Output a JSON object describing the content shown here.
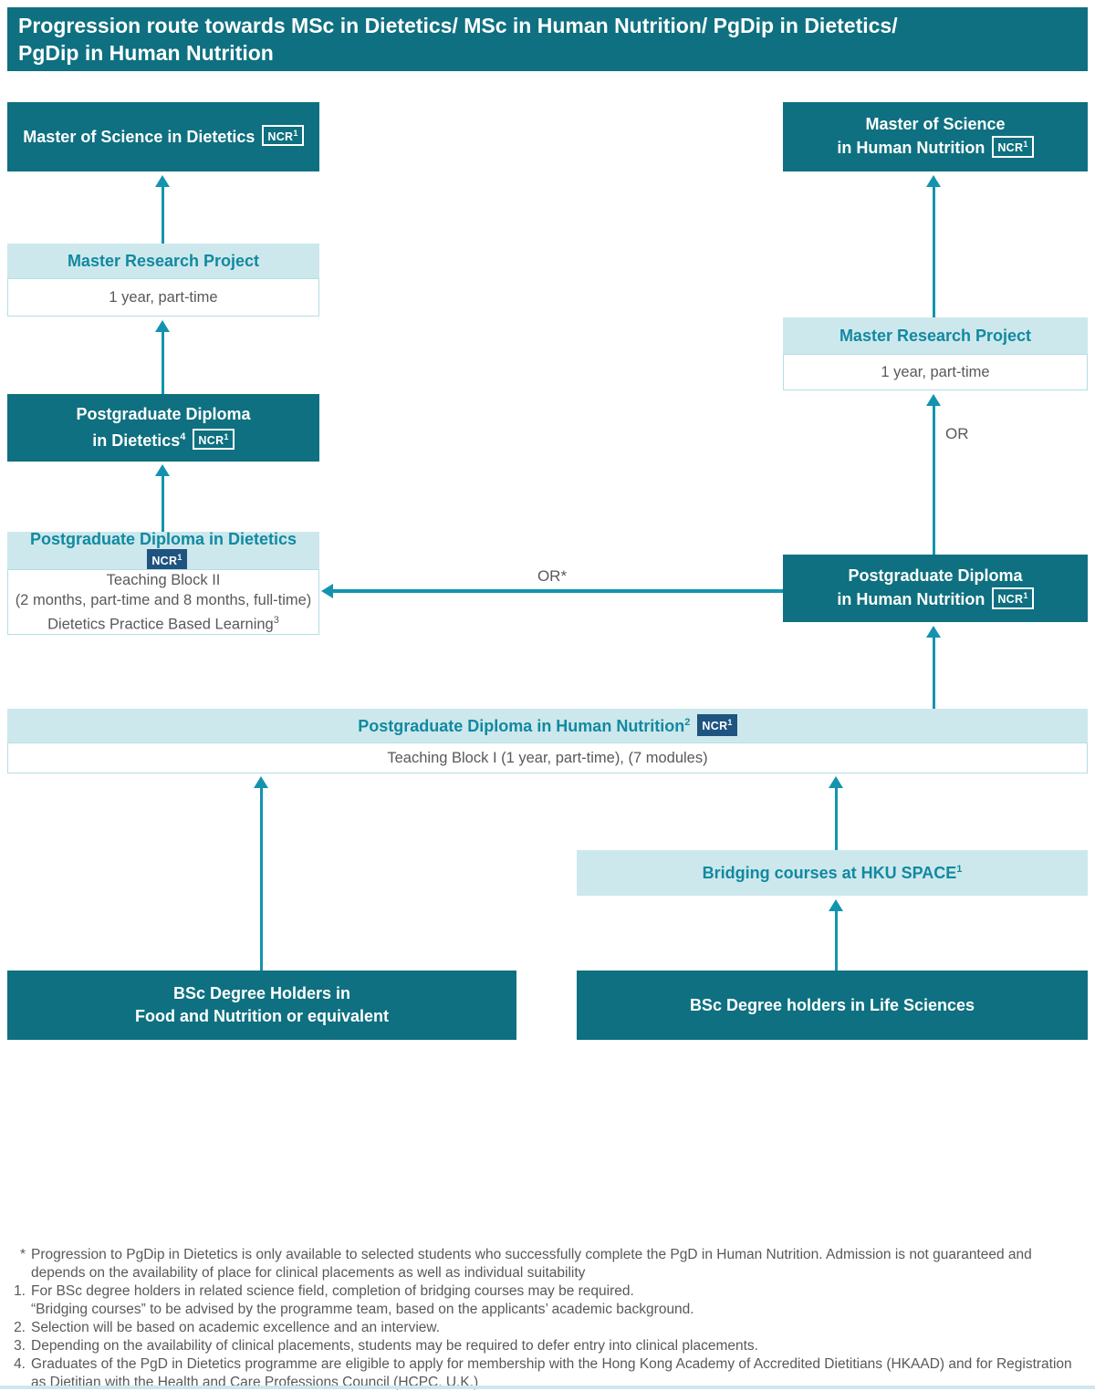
{
  "colors": {
    "dark_teal": "#0e7080",
    "light_teal": "#cde8ec",
    "arrow": "#1493ae",
    "teal_text": "#1189a1",
    "navy_badge": "#1f5480",
    "gray_text": "#58595b"
  },
  "title": {
    "line1": "Progression route towards MSc in Dietetics/ MSc in Human Nutrition/ PgDip in Dietetics/",
    "line2": "PgDip in Human Nutrition"
  },
  "badge": {
    "text": "NCR",
    "sup": "1"
  },
  "left": {
    "msc_dietetics": {
      "label": "Master of Science in Dietetics"
    },
    "mrp": {
      "title": "Master Research Project",
      "duration": "1 year, part-time"
    },
    "pgdip_dark": {
      "line1": "Postgraduate Diploma",
      "line2": "in Dietetics",
      "line2_sup": "4"
    },
    "pgdip_light": {
      "title": "Postgraduate Diploma in Dietetics",
      "sub1": "Teaching Block II",
      "sub2": "(2 months, part-time and 8 months, full-time)",
      "sub3": "Dietetics Practice Based Learning",
      "sub3_sup": "3"
    },
    "bsc_food": {
      "line1": "BSc Degree Holders in",
      "line2": "Food and Nutrition or equivalent"
    }
  },
  "right": {
    "msc_hn": {
      "line1": "Master of Science",
      "line2": "in Human Nutrition"
    },
    "mrp": {
      "title": "Master Research Project",
      "duration": "1 year, part-time"
    },
    "pgdip_hn": {
      "line1": "Postgraduate Diploma",
      "line2": "in Human Nutrition"
    },
    "bridging": {
      "label": "Bridging courses at HKU SPACE",
      "sup": "1"
    },
    "bsc_life": {
      "label": "BSc Degree holders in Life Sciences"
    }
  },
  "wide": {
    "title": "Postgraduate Diploma in Human Nutrition",
    "title_sup": "2",
    "sub": "Teaching Block I (1 year, part-time), (7 modules)"
  },
  "connectors": {
    "or": "OR",
    "or_star": "OR*"
  },
  "footnotes": [
    {
      "marker": "*",
      "line1": "Progression to PgDip in Dietetics is only available to selected students who successfully complete the PgD in Human Nutrition. Admission is not guaranteed and",
      "line2": "depends on the availability of place for clinical placements as well as individual suitability"
    },
    {
      "marker": "1.",
      "line1": "For BSc degree holders in related science field, completion of bridging courses may be required.",
      "line2": "“Bridging courses” to be advised by the programme team, based on the applicants’ academic background."
    },
    {
      "marker": "2.",
      "line1": "Selection will be based on academic excellence and an interview."
    },
    {
      "marker": "3.",
      "line1": "Depending on the availability of clinical placements, students may be required to defer entry into clinical placements."
    },
    {
      "marker": "4.",
      "line1": "Graduates of the PgD in Dietetics programme are eligible to apply for membership with the Hong Kong Academy of Accredited Dietitians (HKAAD) and for Registration",
      "line2": "as Dietitian with the Health and Care Professions Council (HCPC, U.K.)"
    }
  ]
}
